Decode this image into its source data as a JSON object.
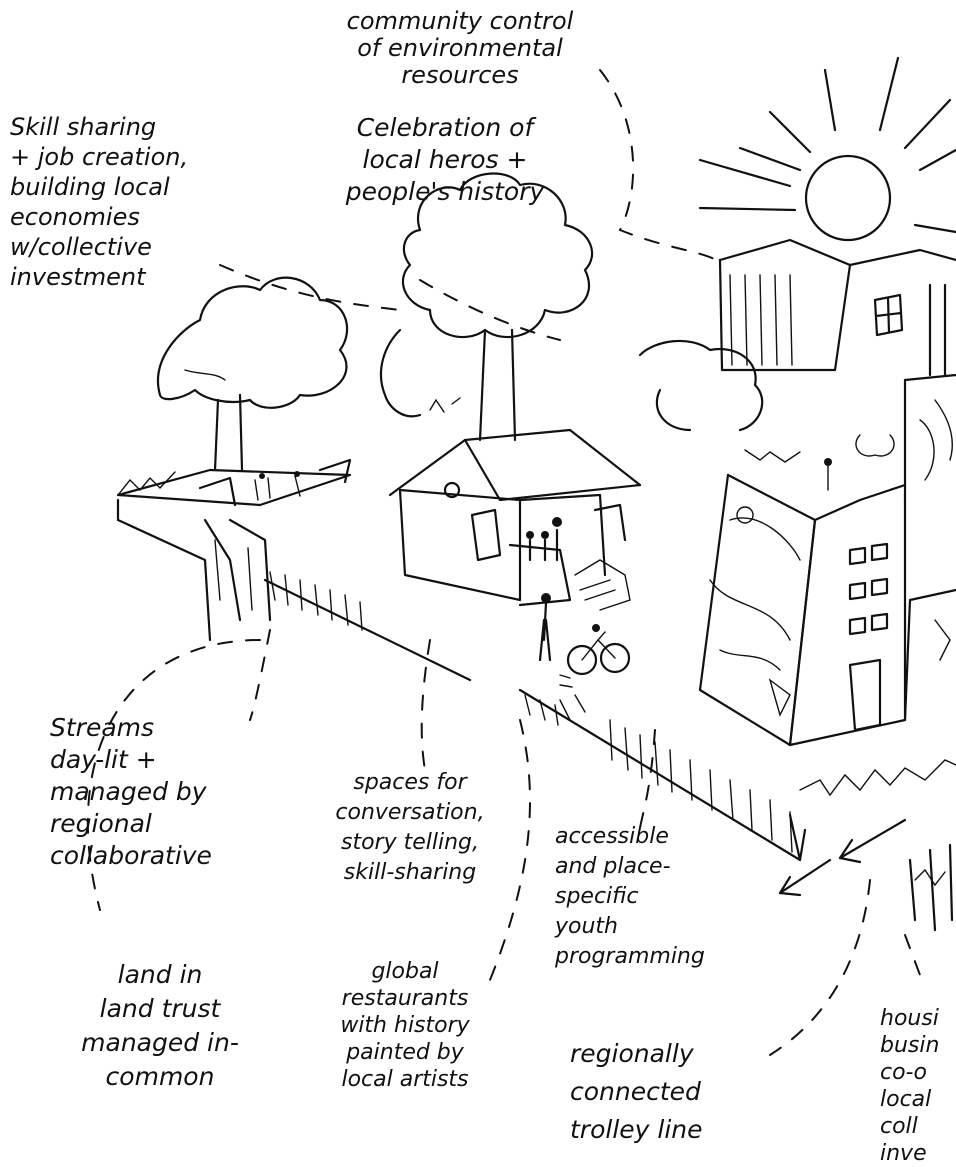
{
  "labels": {
    "community_control": "community control\nof environmental\nresources",
    "skill_sharing": "Skill sharing\n+ job creation,\nbuilding local\neconomies\nw/collective\ninvestment",
    "celebration": "Celebration of\nlocal heros +\npeople's history",
    "streams": "Streams\nday-lit +\nmanaged by\nregional\ncollaborative",
    "spaces": "spaces for\nconversation,\nstory telling,\nskill-sharing",
    "youth": "accessible\nand place-\nspecific\nyouth\nprogramming",
    "land_trust": "land in\nland trust\nmanaged in-\ncommon",
    "restaurants": "global\nrestaurants\nwith history\npainted by\nlocal artists",
    "trolley": "regionally\nconnected\ntrolley line",
    "housing_partial": "housi\nbusin\nco-o\nlocal\ncoll\ninve"
  },
  "colors": {
    "ink": "#111111",
    "paper": "#ffffff"
  }
}
